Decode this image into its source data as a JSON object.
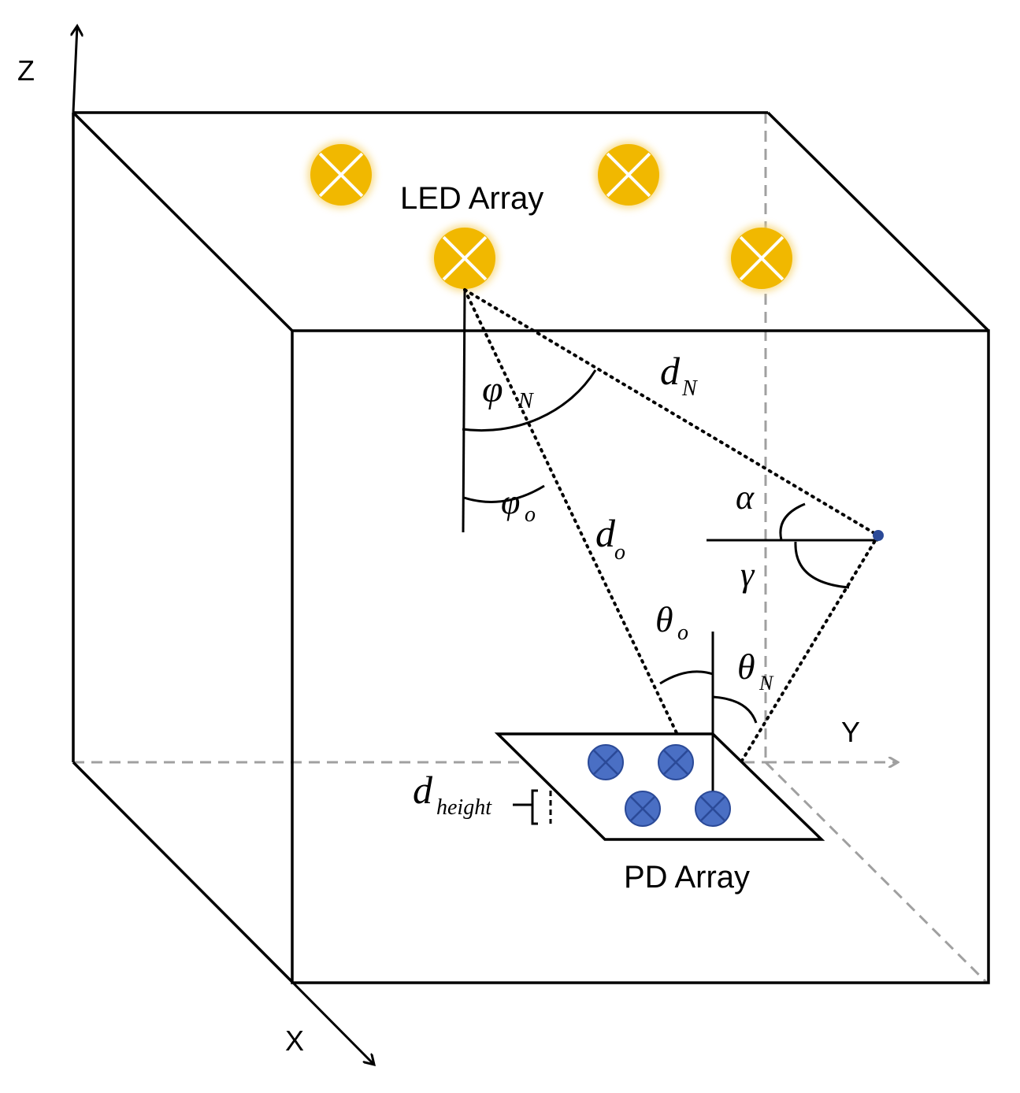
{
  "axes": {
    "x": "X",
    "y": "Y",
    "z": "Z"
  },
  "labels": {
    "led_array": "LED Array",
    "pd_array": "PD Array"
  },
  "symbols": {
    "phi_n": {
      "main": "φ",
      "sub": "N"
    },
    "phi_o": {
      "main": "φ",
      "sub": "o"
    },
    "d_n": {
      "main": "d",
      "sub": "N"
    },
    "d_o": {
      "main": "d",
      "sub": "o"
    },
    "alpha": "α",
    "gamma": "γ",
    "theta_o": {
      "main": "θ",
      "sub": "o"
    },
    "theta_n": {
      "main": "θ",
      "sub": "N"
    },
    "d_height": {
      "main": "d",
      "sub": "height"
    }
  },
  "colors": {
    "led_fill": "#F1B800",
    "led_glow": "#F7D77A",
    "pd_fill": "#4A6FC4",
    "pd_stroke": "#2B4A98",
    "dashed": "#A0A0A0",
    "line": "#000000"
  },
  "icons": {
    "led": "led-cross-icon",
    "pd": "photodiode-cross-icon"
  }
}
